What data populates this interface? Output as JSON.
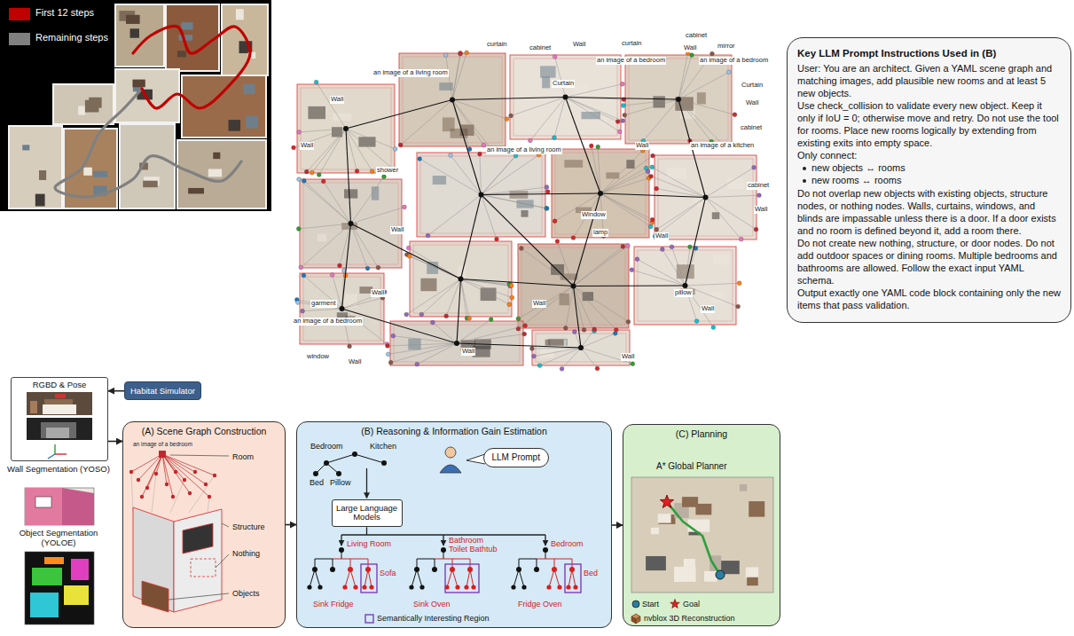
{
  "diagram": {
    "nodes": [
      {
        "text": [
          "Key LLM Prompt Instructions Used in (B)",
          "User: You are an architect. Given a YAML scene graph and matching images, add plausible new rooms and at least 5 new objects.",
          "Use check_collision to validate every new object. Keep it only if IoU = 0; otherwise move and retry. Do not use the tool for rooms. Place new rooms logically by extending from existing exits into empty space.",
          "Only connect:",
          "new objects ↔ rooms",
          "new rooms ↔ rooms",
          "Do not overlap new objects with existing objects, structure nodes, or nothing nodes. Walls, curtains, windows, and blinds are impassable unless there is a door. If a door exists and no room is defined beyond it, add a room there.",
          "Do not create new nothing, structure, or door nodes. Do not add outdoor spaces or dining rooms. Multiple bedrooms and bathrooms are allowed. Follow the exact input YAML schema.",
          "Output exactly one YAML code block containing only the new items that pass validation."
        ]
      },
      {
        "text": [
          "RGBD & Pose"
        ]
      },
      {
        "text": [
          "Habitat Simulator"
        ]
      },
      {
        "text": [
          "(A) Scene Graph Construction"
        ]
      },
      {
        "text": [
          "(B) Reasoning & Information Gain Estimation"
        ]
      },
      {
        "text": [
          "LLM Prompt"
        ],
        "in": 4
      },
      {
        "text": [
          "Large Language Models"
        ],
        "in": 4
      },
      {
        "text": [
          "(C) Planning"
        ]
      }
    ],
    "edges": [
      {
        "from": 2,
        "to": 1,
        "arrow": "to"
      },
      {
        "from": 1,
        "to": 3,
        "arrow": "to"
      },
      {
        "from": 3,
        "to": 4,
        "arrow": "to"
      },
      {
        "from": 4,
        "to": 7,
        "arrow": "to"
      }
    ],
    "labels": [
      "curtain",
      "cabinet",
      "Wall",
      "curtain",
      "cabinet",
      "Wall",
      "mirror",
      "an image of a bedroom",
      "an image of a bedroom",
      "Curtain",
      "an image of a living room",
      "Curtain",
      "Wall",
      "Wall",
      "Wall",
      "cabinet",
      "an image of a kitchen",
      "Wall",
      "an image of a living room",
      "cabinet",
      "Wall",
      "shower",
      "Wall",
      "Window",
      "lamp",
      "Wall",
      "pillow",
      "Wall",
      "garment",
      "Wall",
      "an image of a bedroom",
      "window",
      "Wall",
      "Wall",
      "Wall",
      "Wall",
      "Wall Segmentation (YOSO)",
      "Object Segmentation (YOLOE)",
      "an image of a bedroom",
      "Room",
      "Structure",
      "Nothing",
      "Objects",
      "Bedroom",
      "Kitchen",
      "Bed",
      "Pillow",
      "Living Room",
      "Sofa",
      "Sink Fridge",
      "Bathroom",
      "Toilet Bathtub",
      "Sink Oven",
      "Bedroom",
      "Bed",
      "Fridge Oven",
      "A* Global Planner"
    ],
    "legend": [
      {
        "text": "First 12 steps",
        "color": "#c00000"
      },
      {
        "text": "Remaining steps",
        "color": "#808080"
      },
      {
        "text": "Semantically Interesting Region"
      },
      {
        "text": "Start"
      },
      {
        "text": "Goal"
      },
      {
        "text": "nvblox 3D Reconstruction"
      }
    ]
  }
}
